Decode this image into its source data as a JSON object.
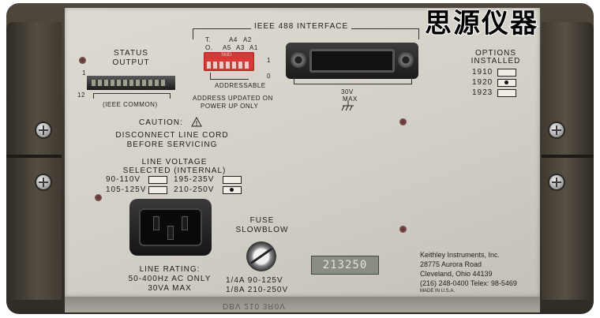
{
  "watermark": "思源仪器",
  "ieee_interface": {
    "title": "IEEE 488 INTERFACE",
    "dip_labels_top": [
      "T.",
      "A4",
      "A2"
    ],
    "dip_labels_mid": [
      "O.",
      "A5",
      "A3",
      "A1"
    ],
    "dip_brand": "SMD",
    "dip_state_1": "1",
    "dip_state_0": "0",
    "addressable": "ADDRESSABLE",
    "address_note_1": "ADDRESS UPDATED ON",
    "address_note_2": "POWER UP ONLY",
    "voltage_1": "30V",
    "voltage_2": "MAX"
  },
  "status_output": {
    "title_1": "STATUS",
    "title_2": "OUTPUT",
    "pin_1": "1",
    "pin_12": "12",
    "common": "(IEEE COMMON)"
  },
  "caution": {
    "title": "CAUTION:",
    "line_1": "DISCONNECT LINE CORD",
    "line_2": "BEFORE SERVICING"
  },
  "line_voltage": {
    "title_1": "LINE VOLTAGE",
    "title_2": "SELECTED (INTERNAL)",
    "options": [
      "90-110V",
      "195-235V",
      "105-125V",
      "210-250V"
    ],
    "selected": "210-250V"
  },
  "line_rating": {
    "title": "LINE RATING:",
    "line_1": "50-400Hz AC ONLY",
    "line_2": "30VA MAX"
  },
  "fuse": {
    "title_1": "FUSE",
    "title_2": "SLOWBLOW",
    "rating_1": "1/4A  90-125V",
    "rating_2": "1/8A  210-250V"
  },
  "options": {
    "title_1": "OPTIONS",
    "title_2": "INSTALLED",
    "items": [
      "1910",
      "1920",
      "1923"
    ],
    "installed": "1920"
  },
  "serial_number": "213250",
  "manufacturer": {
    "name": "Keithley Instruments, Inc.",
    "street": "28775 Aurora Road",
    "city": "Cleveland, Ohio 44139",
    "phone": "(216) 248-0400  Telex: 98-5469",
    "made_in": "MADE IN U.S.A."
  },
  "mirrored_strip": "DBV 210 3R0V"
}
